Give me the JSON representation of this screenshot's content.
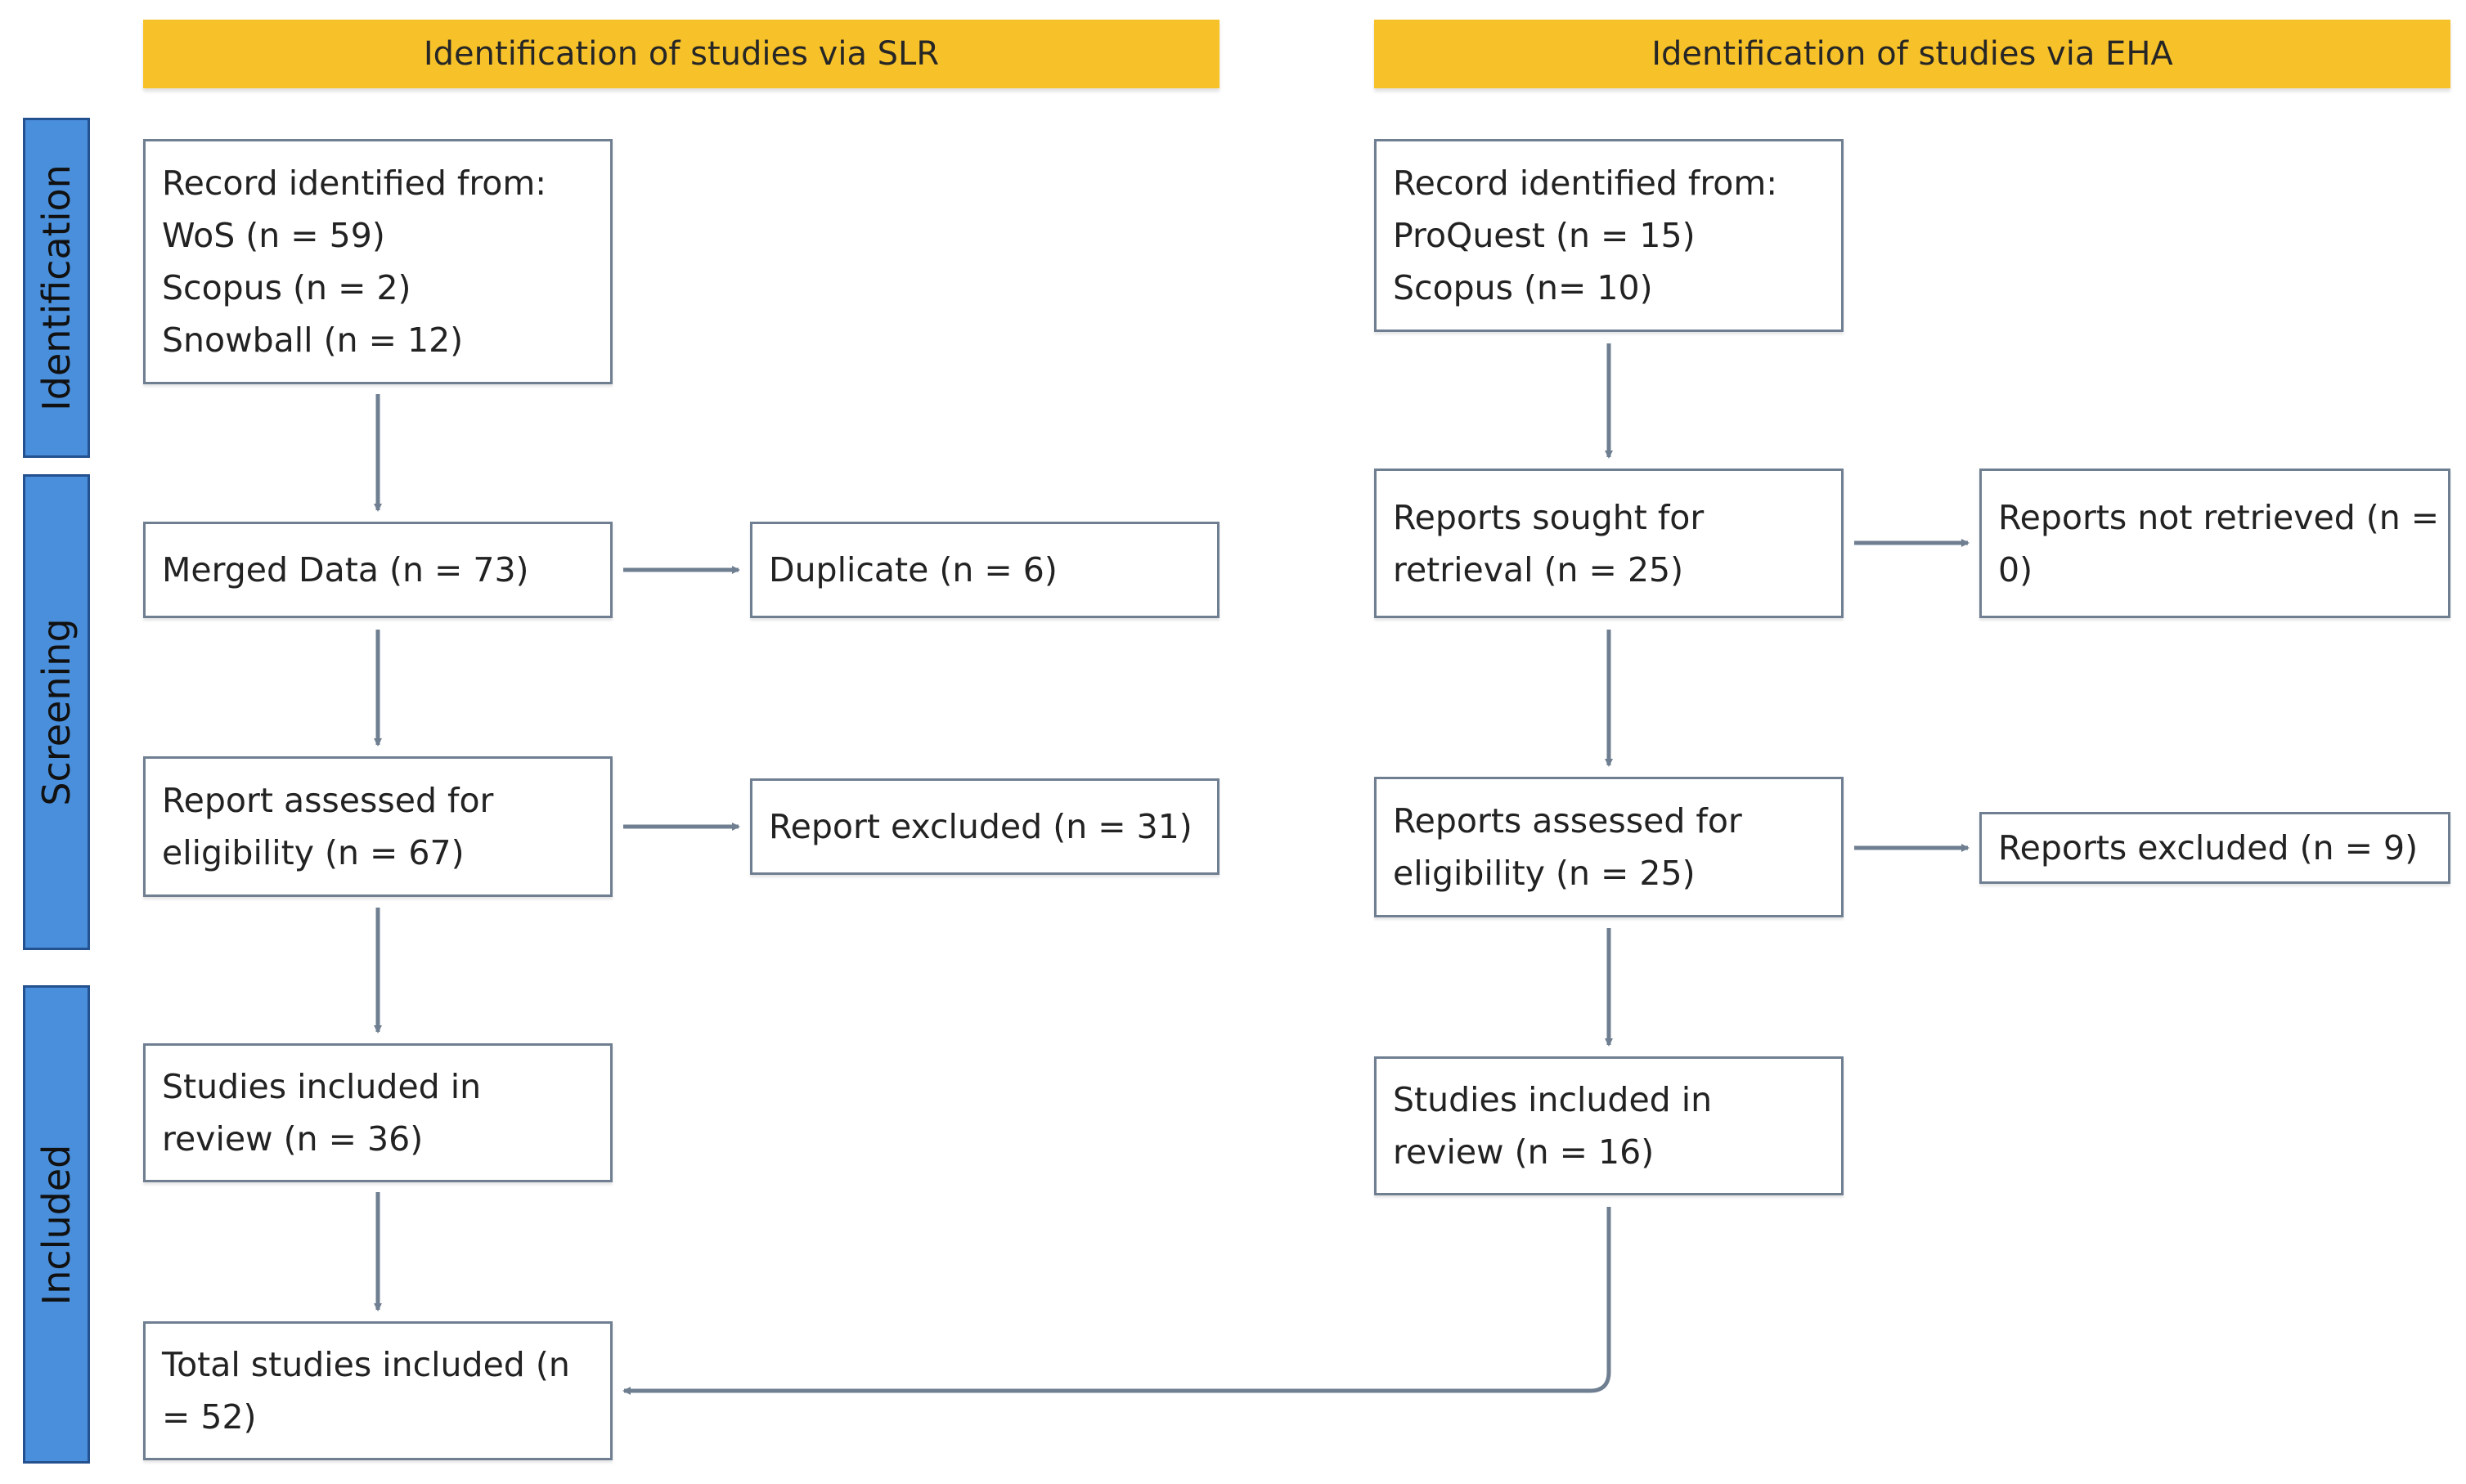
{
  "headers": {
    "slr": "Identification of studies via SLR",
    "eha": "Identification of studies via EHA"
  },
  "phases": {
    "identification": "Identification",
    "screening": "Screening",
    "included": "Included"
  },
  "slr": {
    "records": [
      "Record identified from:",
      "WoS (n = 59)",
      "Scopus (n = 2)",
      "Snowball (n = 12)"
    ],
    "merged": [
      "Merged Data (n = 73)"
    ],
    "duplicate": [
      "Duplicate (n = 6)"
    ],
    "assessed": [
      "Report assessed for",
      "eligibility (n = 67)"
    ],
    "excluded": [
      "Report excluded (n = 31)"
    ],
    "included": [
      "Studies included in",
      "review (n = 36)"
    ],
    "total": [
      "Total studies included (n",
      "= 52)"
    ]
  },
  "eha": {
    "records": [
      "Record identified from:",
      "ProQuest (n = 15)",
      "Scopus (n= 10)"
    ],
    "sought": [
      "Reports sought for",
      "retrieval (n = 25)"
    ],
    "not_retrieved": [
      "Reports not retrieved (n =",
      "0)"
    ],
    "assessed": [
      "Reports assessed for",
      "eligibility (n = 25)"
    ],
    "excluded": [
      "Reports excluded (n = 9)"
    ],
    "included": [
      "Studies included in",
      "review (n = 16)"
    ]
  }
}
